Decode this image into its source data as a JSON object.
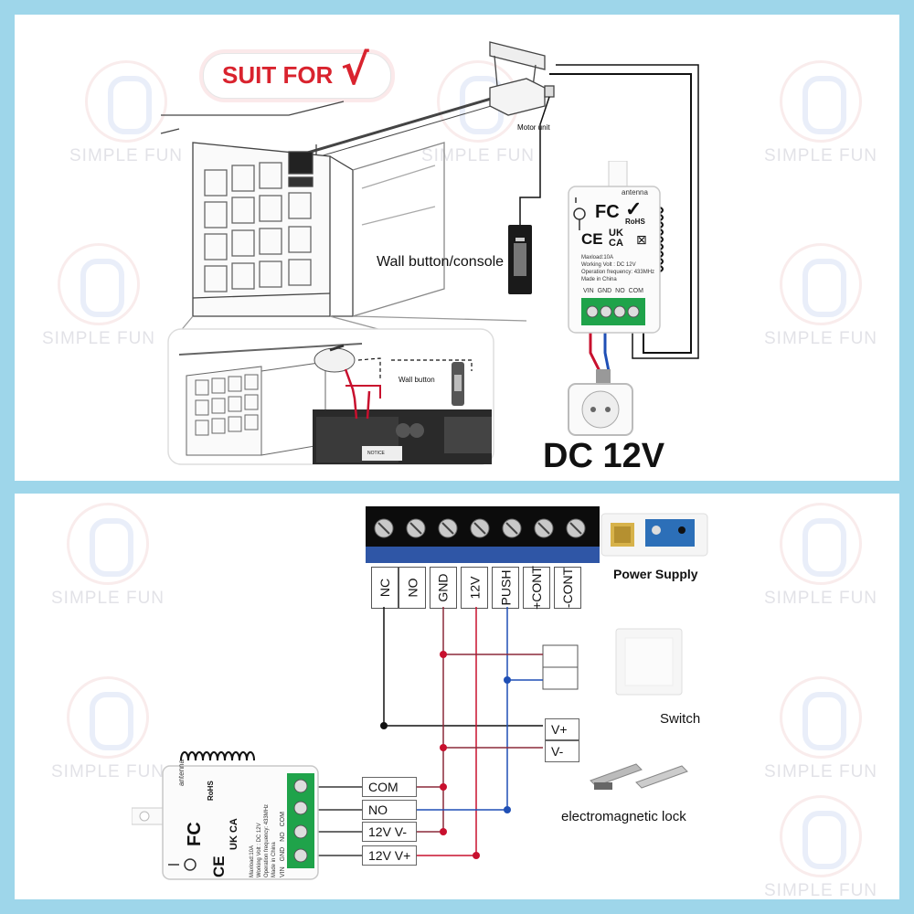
{
  "watermark": {
    "brand": "SIMPLE FUN"
  },
  "top_panel": {
    "badge_text": "SUIT FOR",
    "badge_check": "√",
    "motor_unit_label": "Motor unit",
    "wall_button_console_label": "Wall button/console",
    "inset_wall_button_label": "Wall button",
    "inset_notice": "NOTICE",
    "power_label": "DC 12V",
    "relay": {
      "antenna_label": "antenna",
      "rohs": "RoHS",
      "fc": "FC",
      "ce": "CE",
      "ukca": "UK CA",
      "spec_lines": [
        "Maxload:10A",
        "Working Volt : DC 12V",
        "Operation frequency: 433MHz",
        "Made in China"
      ],
      "terminals": [
        "VIN",
        "GND",
        "NO",
        "COM"
      ]
    }
  },
  "bottom_panel": {
    "terminal_block_labels": [
      "NC",
      "NO",
      "GND",
      "12V",
      "PUSH",
      "+CONT",
      "-CONT"
    ],
    "power_supply_label": "Power Supply",
    "switch_label": "Switch",
    "lock_label": "electromagnetic lock",
    "lock_terminals": [
      "V+",
      "V-"
    ],
    "relay_terminal_labels": [
      "COM",
      "NO",
      "12V V-",
      "12V V+"
    ],
    "relay": {
      "antenna_label": "antenna",
      "rohs": "RoHS",
      "fc": "FC",
      "ce": "CE",
      "ukca": "UK CA",
      "spec_lines": [
        "Maxload:10A",
        "Working Volt : DC 12V",
        "Operation frequency: 433MHz",
        "Made in China"
      ],
      "terminals": [
        "VIN",
        "GND",
        "NO",
        "COM"
      ]
    }
  },
  "colors": {
    "frame": "#9ed6ea",
    "wire_red": "#c8102e",
    "wire_blue": "#1f4fb5",
    "wire_black": "#111111",
    "terminal_green": "#1fa34a",
    "terminal_block_blue": "#2f56a6",
    "badge_red": "#d9232e"
  }
}
